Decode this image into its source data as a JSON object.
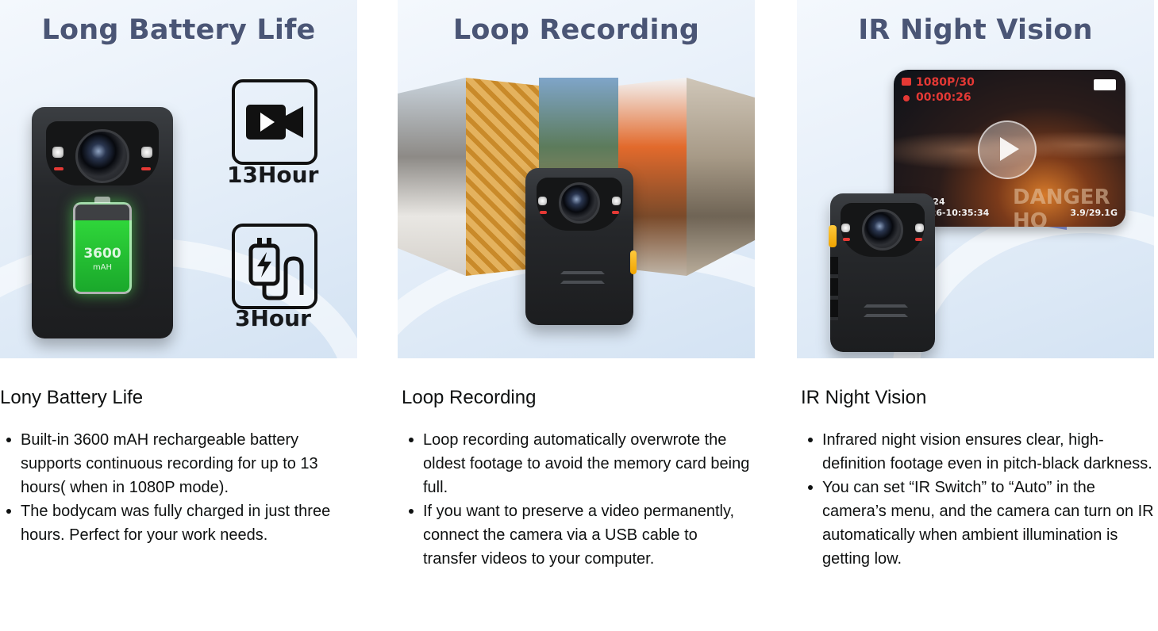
{
  "cards": [
    {
      "panel_title": "Long Battery Life",
      "heading": "Lony Battery Life",
      "battery_capacity": "3600",
      "battery_unit": "mAH",
      "icons": [
        {
          "name": "video-camera-icon",
          "label": "13Hour"
        },
        {
          "name": "charging-plug-icon",
          "label": "3Hour"
        }
      ],
      "bullets": [
        "Built-in 3600 mAH rechargeable battery supports continuous recording for up to 13 hours( when in 1080P mode).",
        "The bodycam was fully charged in just three hours. Perfect for your work needs."
      ]
    },
    {
      "panel_title": "Loop Recording",
      "heading": "Loop Recording",
      "bullets": [
        "Loop recording automatically overwrote the oldest footage to avoid the memory card being full.",
        "If you want to preserve a video permanently, connect the camera via a USB cable to transfer videos to your computer."
      ]
    },
    {
      "panel_title": "IR Night Vision",
      "heading": "IR Night Vision",
      "screen": {
        "resolution": "1080P/30",
        "timer": "00:00:26",
        "file_no": "0124",
        "datetime": "5/26-10:35:34",
        "storage": "3.9/29.1G",
        "sign_text": "DANGER HO"
      },
      "bullets": [
        "Infrared night vision ensures clear, high-definition footage even in pitch-black darkness.",
        "You can set “IR Switch” to “Auto” in the camera’s menu, and the camera can turn on IR automatically when ambient illumination is getting low."
      ]
    }
  ],
  "colors": {
    "panel_title": "#4a5575",
    "accent_yellow": "#f0a400",
    "battery_green": "#2fd63a",
    "osd_red": "#e53935"
  }
}
